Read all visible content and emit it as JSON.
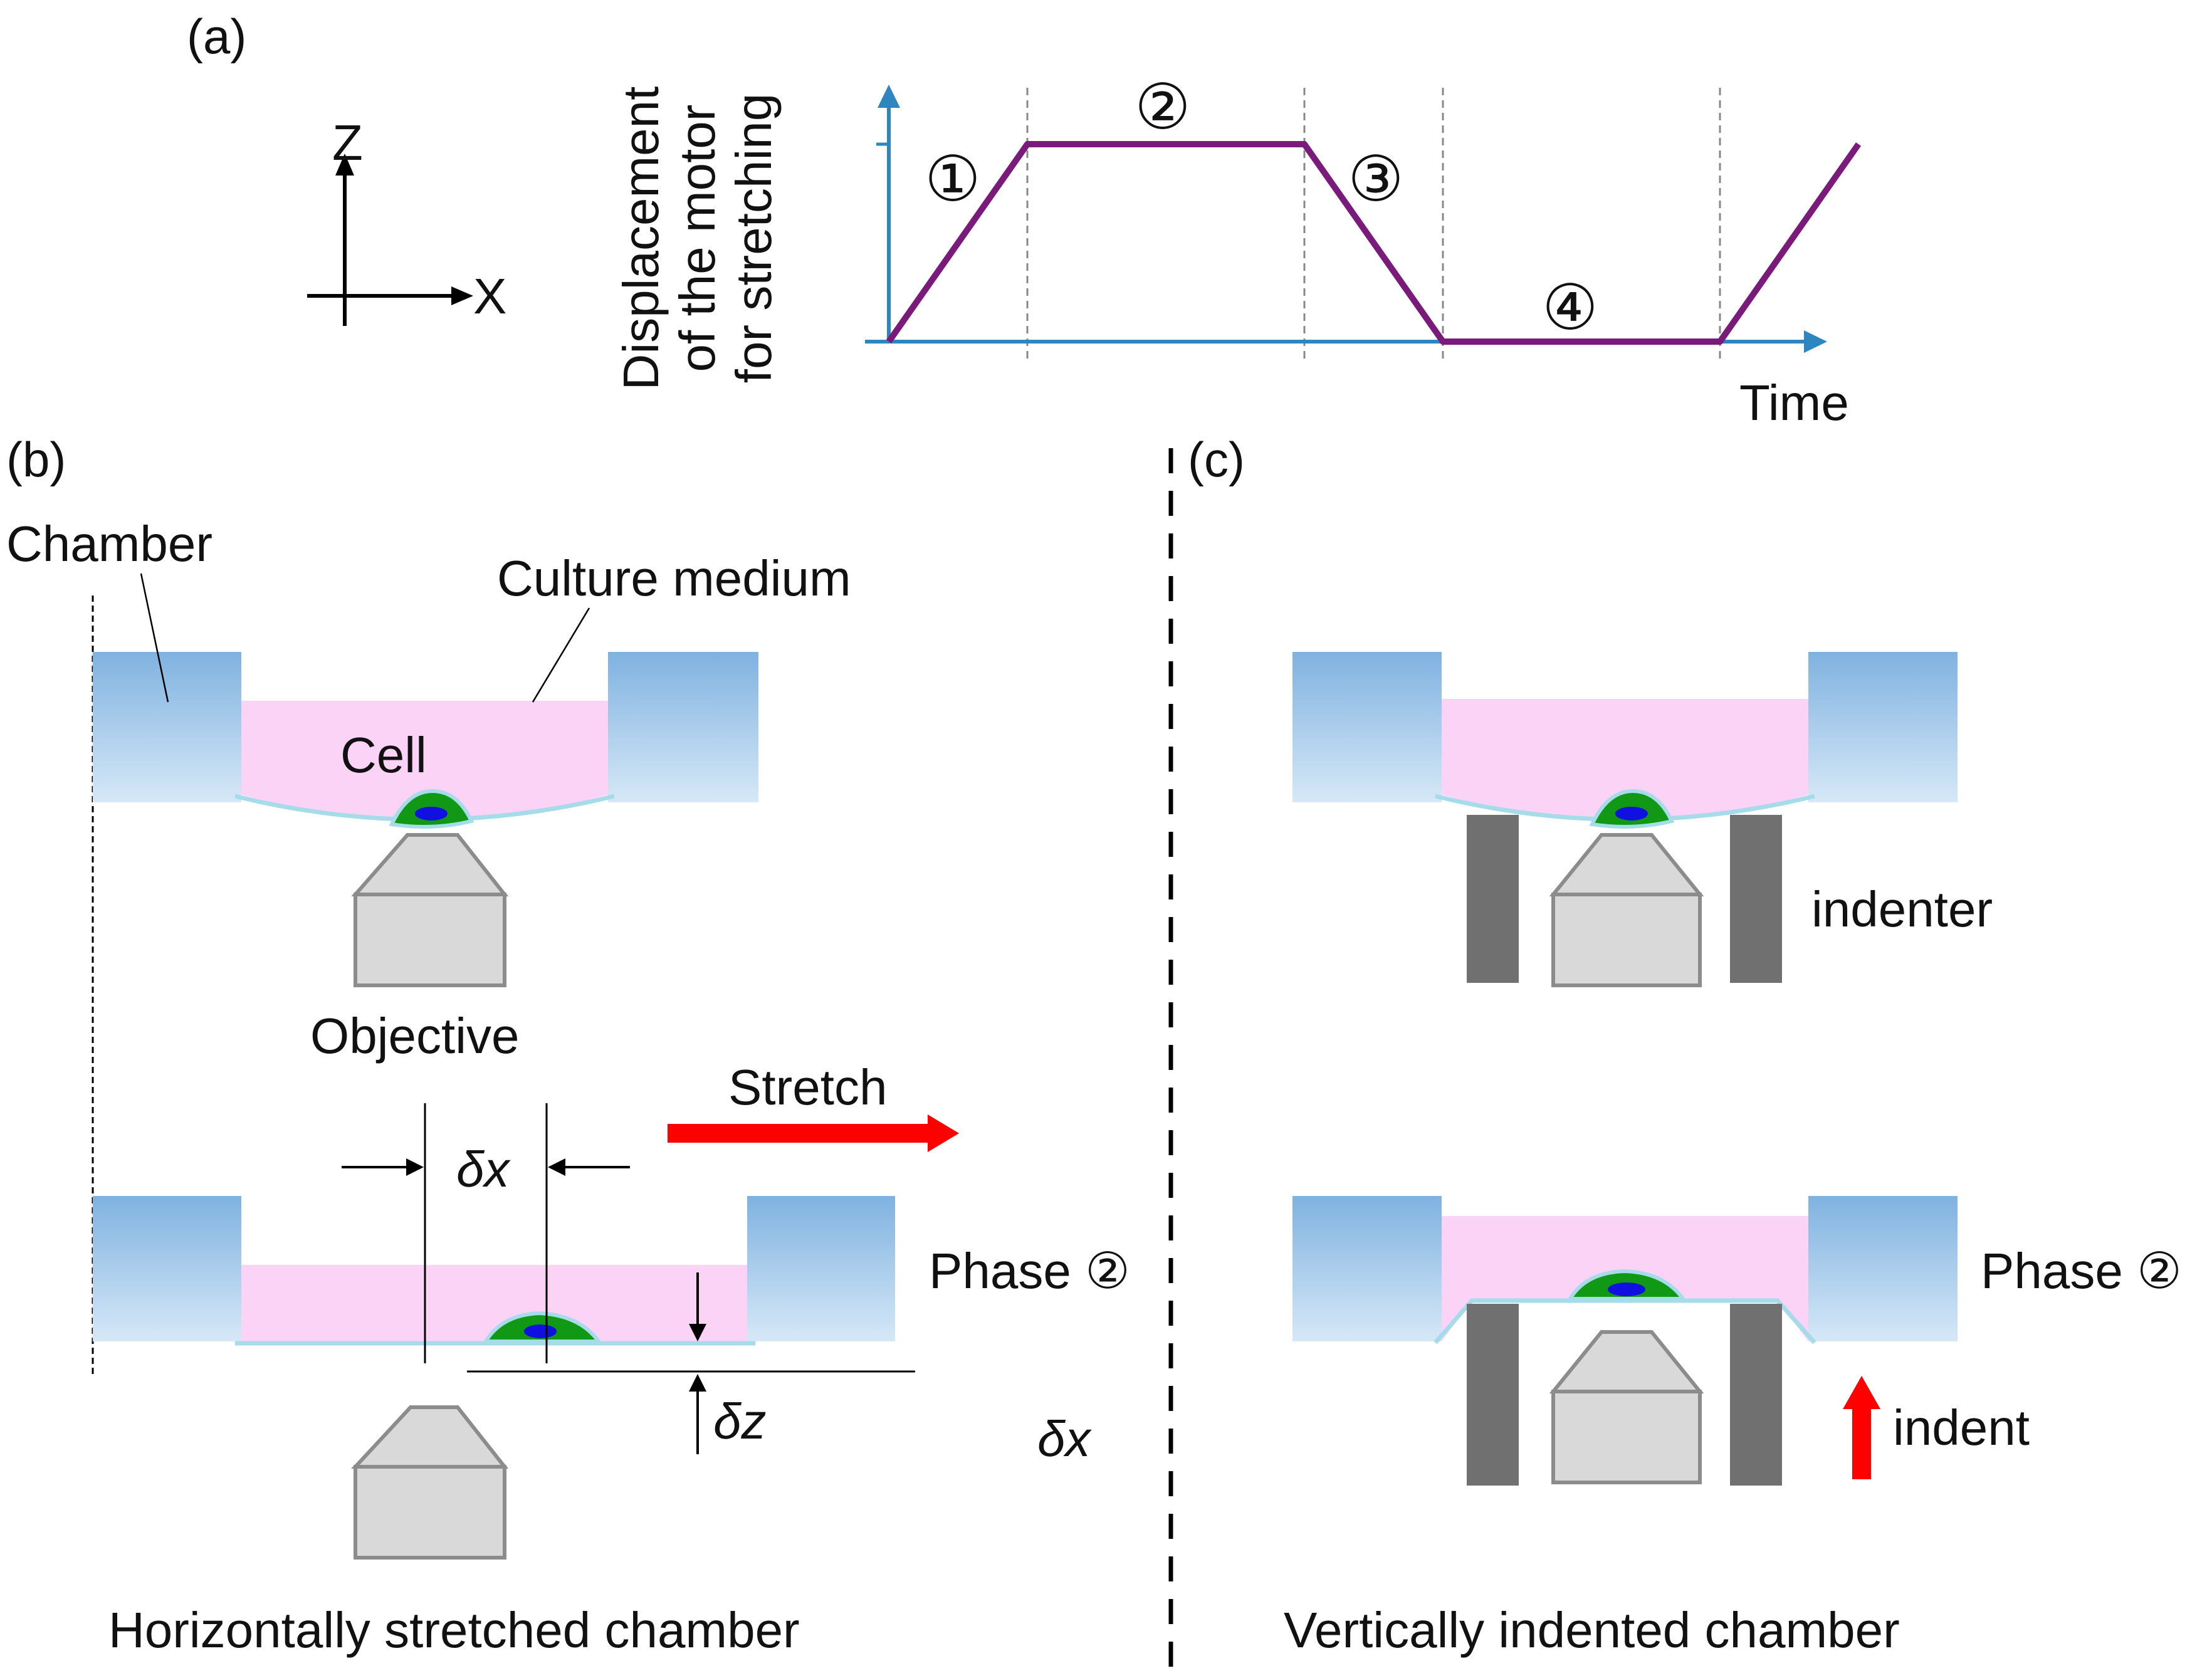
{
  "panels": {
    "a": "(a)",
    "b": "(b)",
    "c": "(c)"
  },
  "axes_icon": {
    "z": "Z",
    "x": "X"
  },
  "chart": {
    "ylabel_lines": [
      "Displacement",
      "of the motor",
      "for stretching"
    ],
    "xlabel": "Time",
    "phase_markers": [
      "①",
      "②",
      "③",
      "④"
    ]
  },
  "chart_data": {
    "type": "line",
    "title": "",
    "xlabel": "Time",
    "ylabel": "Displacement of the motor for stretching",
    "series": [
      {
        "x": [
          0,
          1,
          3,
          4,
          6,
          7
        ],
        "y": [
          0,
          1,
          1,
          0,
          0,
          1
        ]
      }
    ],
    "phase_labels": [
      {
        "label": "①",
        "phase": "ramp up"
      },
      {
        "label": "②",
        "phase": "hold"
      },
      {
        "label": "③",
        "phase": "ramp down"
      },
      {
        "label": "④",
        "phase": "rest"
      }
    ]
  },
  "panel_b": {
    "chamber": "Chamber",
    "culture_medium": "Culture medium",
    "cell": "Cell",
    "objective": "Objective",
    "stretch": "Stretch",
    "dx": "δx",
    "dz": "δz",
    "phase": "Phase ②",
    "dx_side": "δx",
    "caption": "Horizontally stretched chamber"
  },
  "panel_c": {
    "indenter": "indenter",
    "phase": "Phase ②",
    "indent": "indent",
    "caption": "Vertically indented chamber"
  },
  "colors": {
    "chamber_top": "#7fb2e0",
    "chamber_bottom": "#d6e8f7",
    "medium": "#fbd3f6",
    "membrane": "#a6dcea",
    "cell_green": "#119915",
    "nucleus": "#1010e0",
    "objective_fill": "#d9d9d9",
    "objective_stroke": "#8c8c8c",
    "indenter": "#707070",
    "axis_blue": "#2e86c1",
    "curve": "#7a1a7a",
    "arrow_red": "#ff0000"
  }
}
